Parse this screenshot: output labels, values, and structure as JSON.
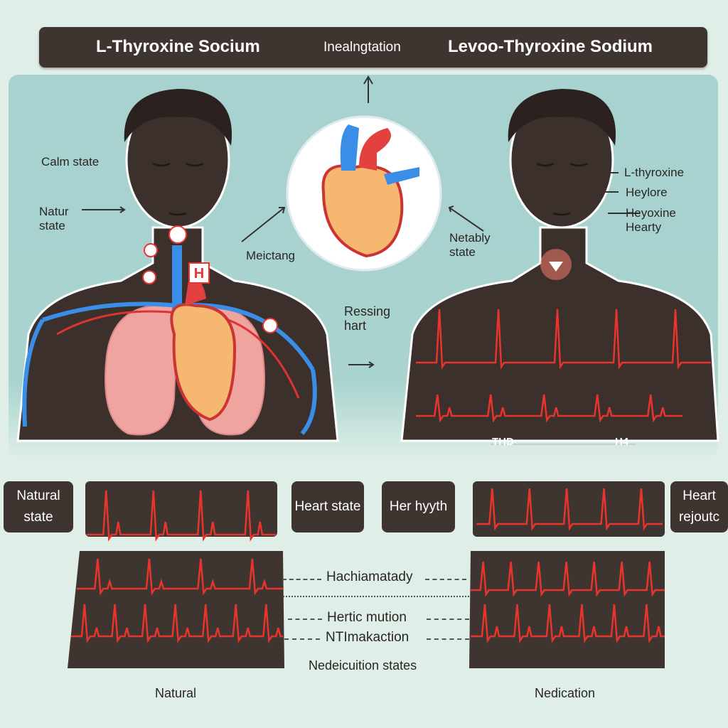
{
  "header": {
    "left_title": "L-Thyroxine Socium",
    "center_title": "Inealngtation",
    "right_title": "Levoo-Thyroxine Sodium"
  },
  "left_figure": {
    "labels": [
      "Calm state",
      "Natur state"
    ],
    "marker": "H",
    "center_label": "Meictang"
  },
  "center": {
    "label": "Ressing hart"
  },
  "right_figure": {
    "labels": [
      "L-thyroxine",
      "Heylore",
      "Heyoxine Hearty"
    ],
    "state_label": "Netably state",
    "axis_left": "THD",
    "axis_right": "H4"
  },
  "bottom": {
    "boxes": [
      "Natural state",
      "Heart state",
      "Her hyyth",
      "Heart rejoutc"
    ],
    "middle_labels": [
      "Hachiamatady",
      "Hertic mution",
      "NTImakaction"
    ],
    "middle_caption": "Nedeicuition states",
    "captions": [
      "Natural",
      "Nedication"
    ]
  },
  "colors": {
    "dark": "#3e3531",
    "ecg": "#e8342c",
    "panel": "#a8d2cf",
    "background": "#dfeee7"
  }
}
